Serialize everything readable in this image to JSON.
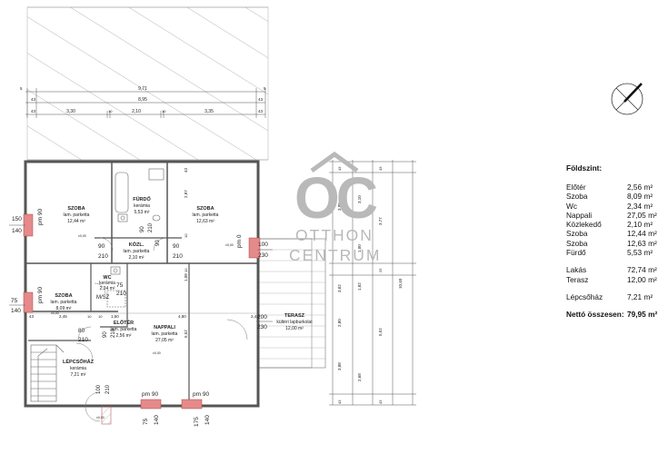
{
  "rooms": [
    {
      "name": "SZOBA",
      "floor": "lam. parketta",
      "area": "12,44 m²"
    },
    {
      "name": "FÜRDŐ",
      "floor": "kerámia",
      "area": "5,53 m²"
    },
    {
      "name": "SZOBA",
      "floor": "lam. parketta",
      "area": "12,63 m²"
    },
    {
      "name": "KÖZL.",
      "floor": "lam. parketta",
      "area": "2,10 m²"
    },
    {
      "name": "WC",
      "floor": "kerámia",
      "area": "2,34 m²"
    },
    {
      "name": "SZOBA",
      "floor": "lam. parketta",
      "area": "8,09 m²"
    },
    {
      "name": "ELŐTÉR",
      "floor": "lam. parketta",
      "area": "2,56 m²"
    },
    {
      "name": "NAPPALI",
      "floor": "lam. parketta",
      "area": "27,05 m²"
    },
    {
      "name": "TERASZ",
      "floor": "kültéri lapburkolat",
      "area": "12,00 m²"
    },
    {
      "name": "LÉPCSŐHÁZ",
      "floor": "kerámia",
      "area": "7,21 m²"
    }
  ],
  "windows": {
    "pm90": "pm 90",
    "pm0": "pm 0"
  },
  "openings": [
    "150",
    "140",
    "100",
    "230",
    "75",
    "140",
    "200",
    "230",
    "75",
    "140",
    "175",
    "140",
    "90",
    "210",
    "90",
    "210",
    "90",
    "210",
    "75",
    "210",
    "80",
    "210",
    "90",
    "210",
    "100",
    "210"
  ],
  "dims_top": [
    "9,71",
    "8,95",
    "3,30",
    "2,10",
    "3,35",
    "43",
    "43",
    "43",
    "43",
    "10",
    "10",
    "5",
    "5"
  ],
  "dims_right": [
    "3,80",
    "3,10",
    "3,77",
    "1,82",
    "1,00",
    "2,80",
    "3,62",
    "3,88",
    "2,68",
    "5,52",
    "10,40",
    "43",
    "43",
    "43",
    "43",
    "25"
  ],
  "dims_inner": [
    "2,87",
    "2,42",
    "1,50",
    "4,80",
    "2,45",
    "5,52",
    "1,08",
    "43",
    "43",
    "10",
    "10",
    "10",
    "10"
  ],
  "misc": {
    "msz": "M/SZ",
    "elev": "±0,00"
  },
  "watermark": {
    "logo": "OC",
    "line1": "OTTHON",
    "line2": "CENTRUM"
  },
  "legend": {
    "title": "Földszint:",
    "rows": [
      {
        "label": "Előtér",
        "value": "2,56 m²"
      },
      {
        "label": "Szoba",
        "value": "8,09 m²"
      },
      {
        "label": "Wc",
        "value": "2,34 m²"
      },
      {
        "label": "Nappali",
        "value": "27,05 m²"
      },
      {
        "label": "Közlekedő",
        "value": "2,10 m²"
      },
      {
        "label": "Szoba",
        "value": "12,44 m²"
      },
      {
        "label": "Szoba",
        "value": "12,63 m²"
      },
      {
        "label": "Fürdő",
        "value": "5,53 m²"
      }
    ],
    "rows2": [
      {
        "label": "Lakás",
        "value": "72,74 m²"
      },
      {
        "label": "Terasz",
        "value": "12,00 m²"
      }
    ],
    "rows3": [
      {
        "label": "Lépcsőház",
        "value": "7,21 m²"
      }
    ],
    "total": {
      "label": "Nettó összesen:",
      "value": "79,95 m²"
    }
  },
  "colors": {
    "wall": "#555555",
    "window": "#e58a8a",
    "hatch": "#888888",
    "watermark": "#b9b9b9"
  }
}
